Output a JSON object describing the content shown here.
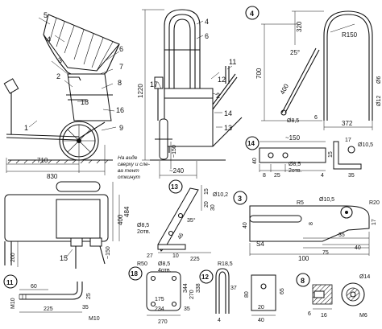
{
  "texts": {
    "note": [
      "На виде",
      "сверху и сле-",
      "ва тент",
      "откинут"
    ],
    "d_830": "830",
    "d_710": "710",
    "d_1220": "1220",
    "d_150a": "~150",
    "d_240": "~240",
    "d_700": "700",
    "d_320": "320",
    "d_400v": "400",
    "d_25deg": "25°",
    "d_R150": "R150",
    "d_O6": "Ø6",
    "d_O12": "Ø12",
    "d_O85_4": "Ø8,5",
    "d_6_4": "6",
    "d_372": "372",
    "d_150_14": "~150",
    "d_17_14": "17",
    "d_O105_14": "Ø10,5",
    "d_40_14": "40",
    "d_8_14": "8",
    "d_25_14": "25",
    "d_O85_14": "Ø8,5",
    "d_2otv_14": "2отв.",
    "d_4_14": "4",
    "d_15_14": "15",
    "d_35_14": "35",
    "d_484": "484",
    "d_400": "400",
    "d_200": "200",
    "d_150b": "~150",
    "d_15_13": "15",
    "d_20_13": "20",
    "d_30_13": "30",
    "d_O102": "Ø10,2",
    "d_O85_13": "Ø8,5",
    "d_2otv_13": "2отв.",
    "d_35deg": "35°",
    "d_46": "46",
    "d_27": "27",
    "d_10_13": "10",
    "d_225_13": "225",
    "d_R5": "R5",
    "d_O105_3": "Ø10,5",
    "d_R20": "R20",
    "d_40_3": "40",
    "d_8_3": "8",
    "d_17_3": "17",
    "d_35_3": "35",
    "d_40b_3": "40",
    "d_S4": "S4",
    "d_75": "75",
    "d_100": "100",
    "d_60": "60",
    "d_M10a": "M10",
    "d_25_11": "25",
    "d_225_11": "225",
    "d_35_11": "35",
    "d_M10b": "M10",
    "d_R50": "R50",
    "d_O85_18": "Ø8,5",
    "d_4otv": "4отв.",
    "d_344": "344",
    "d_270v": "270",
    "d_338": "338",
    "d_175": "175",
    "d_234": "234",
    "d_35_18": "35",
    "d_270h": "270",
    "d_R185": "R18,5",
    "d_37": "37",
    "d_4_12": "4",
    "d_80": "80",
    "d_65": "65",
    "d_20_12": "20",
    "d_40_12": "40",
    "d_O14": "Ø14",
    "d_6_8": "6",
    "d_16": "16",
    "d_M6": "M6"
  },
  "callouts": {
    "c1": "1",
    "c2": "2",
    "c3": "3",
    "c4": "4",
    "c5": "5",
    "c6": "6",
    "c7": "7",
    "c8": "8",
    "c9": "9",
    "c16": "16",
    "c18": "18",
    "f2": "2",
    "f4": "4",
    "f6": "6",
    "f11": "11",
    "f12": "12",
    "f13": "13",
    "f14": "14",
    "f17": "17",
    "t15": "15",
    "v4": "4",
    "v14": "14",
    "v13": "13",
    "v3": "3",
    "v11": "11",
    "v18": "18",
    "v12": "12",
    "v8": "8"
  }
}
